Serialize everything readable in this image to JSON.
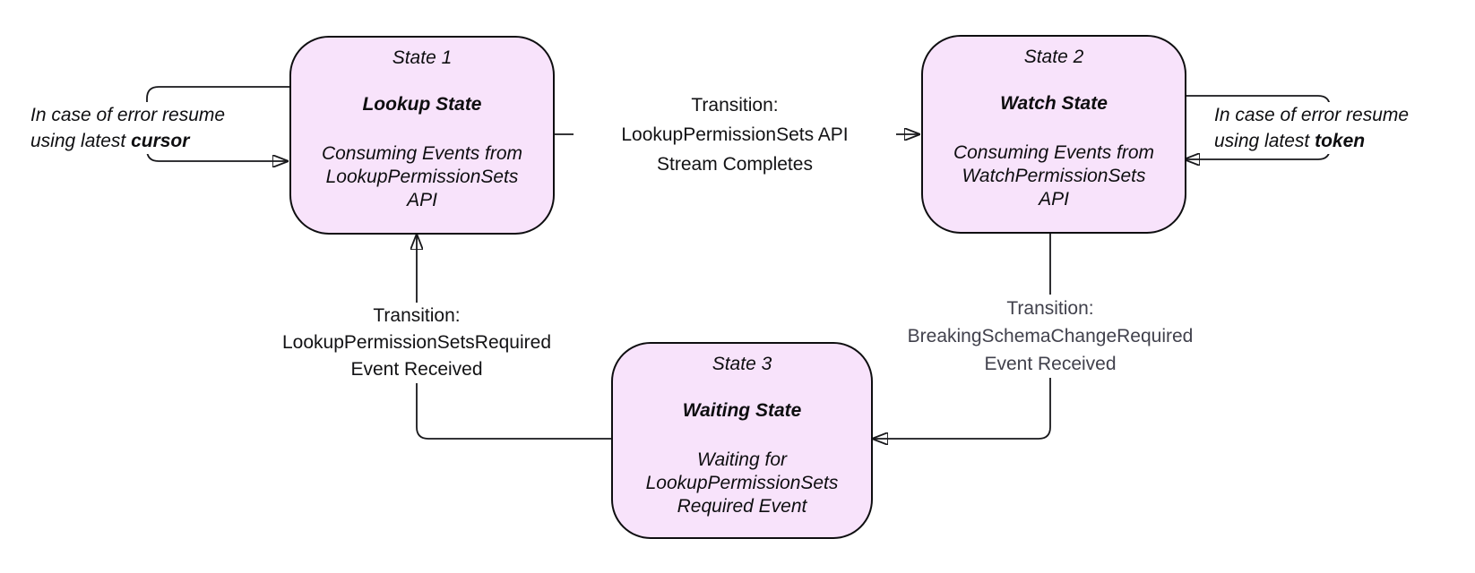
{
  "diagram": {
    "type": "state-machine",
    "colors": {
      "background": "#ffffff",
      "state_fill": "#f8e3fb",
      "state_border": "#0e0e10",
      "edge": "#18181b",
      "label_text": "#121214",
      "label_text_muted": "#41414c"
    },
    "states": [
      {
        "number_label": "State 1",
        "title": "Lookup State",
        "description_lines": [
          "Consuming Events from",
          "LookupPermissionSets",
          "API"
        ]
      },
      {
        "number_label": "State 2",
        "title": "Watch State",
        "description_lines": [
          "Consuming Events from",
          "WatchPermissionSets",
          "API"
        ]
      },
      {
        "number_label": "State 3",
        "title": "Waiting State",
        "description_lines": [
          "Waiting for",
          "LookupPermissionSets",
          "Required Event"
        ]
      }
    ],
    "transitions": [
      {
        "from": "State 1",
        "to": "State 2",
        "label_lines": [
          "Transition:",
          "LookupPermissionSets API",
          "Stream Completes"
        ]
      },
      {
        "from": "State 2",
        "to": "State 3",
        "label_lines": [
          "Transition:",
          "BreakingSchemaChangeRequired",
          "Event Received"
        ]
      },
      {
        "from": "State 3",
        "to": "State 1",
        "label_lines": [
          "Transition:",
          "LookupPermissionSetsRequired",
          "Event Received"
        ]
      }
    ],
    "error_notes": [
      {
        "attached_to": "State 1",
        "line1": "In case of error resume",
        "line2_prefix": "using latest ",
        "line2_bold": "cursor"
      },
      {
        "attached_to": "State 2",
        "line1": "In case of error resume",
        "line2_prefix": "using latest ",
        "line2_bold": "token"
      }
    ]
  }
}
